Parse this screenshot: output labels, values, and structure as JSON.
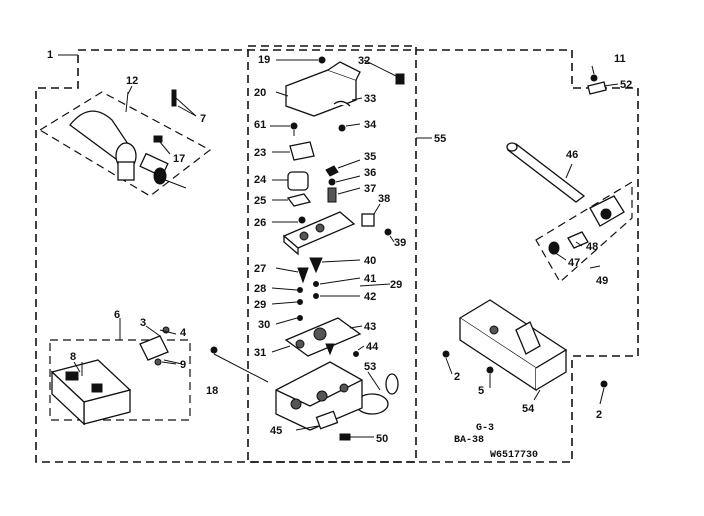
{
  "diagram": {
    "callouts": {
      "c1": "1",
      "c2a": "2",
      "c2b": "2",
      "c3": "3",
      "c4": "4",
      "c5": "5",
      "c6": "6",
      "c7": "7",
      "c8": "8",
      "c9": "9",
      "c11": "11",
      "c12": "12",
      "c17": "17",
      "c18": "18",
      "c19": "19",
      "c20": "20",
      "c23": "23",
      "c24": "24",
      "c25": "25",
      "c26": "26",
      "c27": "27",
      "c28": "28",
      "c29a": "29",
      "c29b": "29",
      "c30": "30",
      "c31": "31",
      "c32": "32",
      "c33": "33",
      "c34": "34",
      "c35": "35",
      "c36": "36",
      "c37": "37",
      "c38": "38",
      "c39": "39",
      "c40": "40",
      "c41": "41",
      "c42": "42",
      "c43": "43",
      "c44": "44",
      "c45": "45",
      "c46": "46",
      "c47": "47",
      "c48": "48",
      "c49": "49",
      "c50": "50",
      "c52": "52",
      "c53": "53",
      "c54": "54",
      "c55": "55",
      "c61": "61"
    },
    "codes": {
      "section": "BA-38",
      "sheet": "G-3",
      "drawing_no": "W6517730"
    }
  }
}
